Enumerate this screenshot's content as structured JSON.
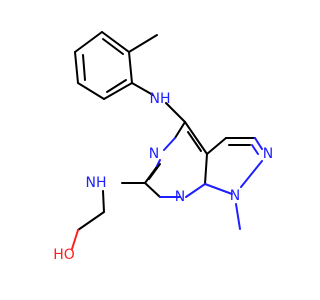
{
  "colors": {
    "carbon_bond": "#000000",
    "nitrogen": "#1f1fff",
    "oxygen": "#ff1f1f",
    "background": "#ffffff"
  },
  "atoms": {
    "nh_top": "NH",
    "n_ring_left": "N",
    "n_ring_right_top": "N",
    "n_ring_right_bottom": "N",
    "nh_left": "NH",
    "n_ring_bottom": "N",
    "ho": "HO"
  }
}
